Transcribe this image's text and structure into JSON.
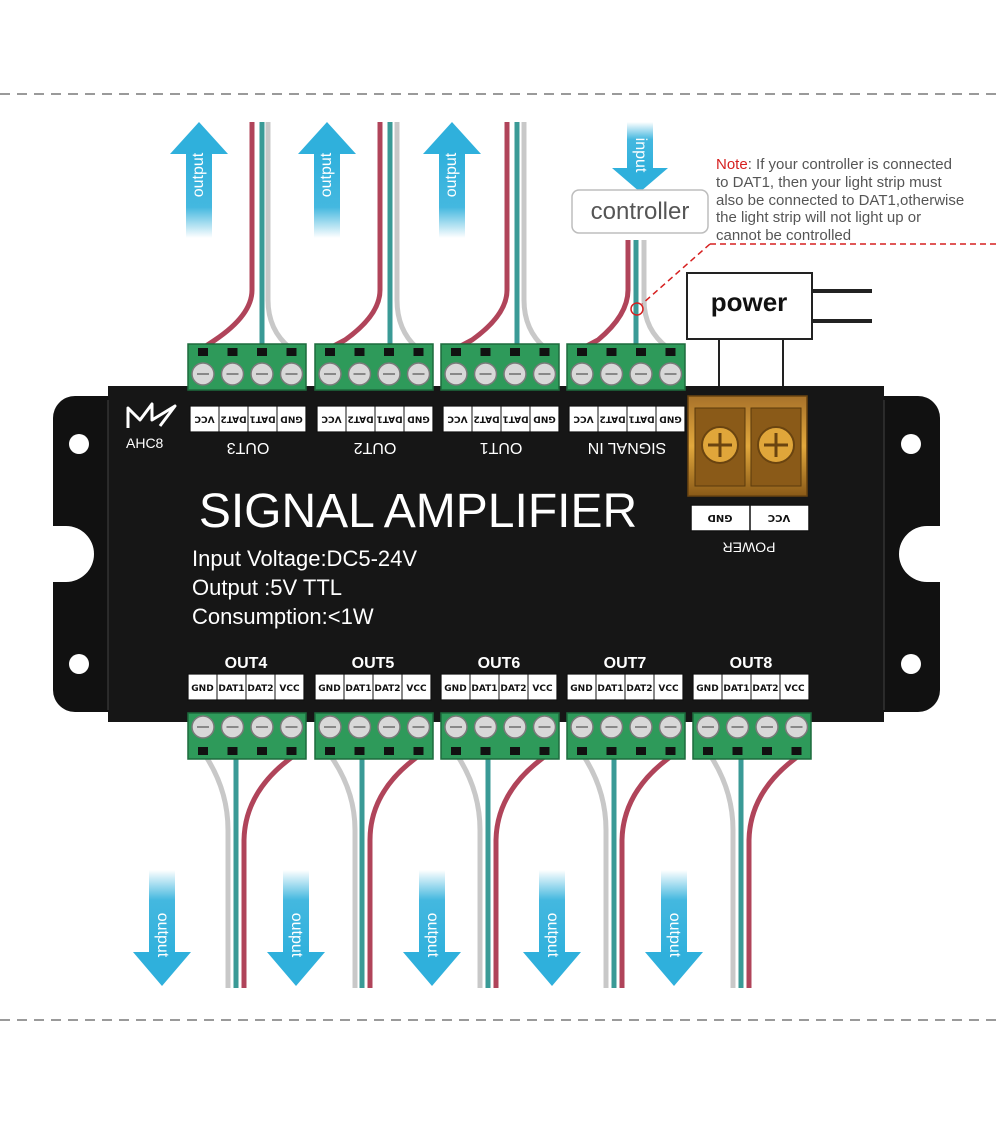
{
  "device": {
    "logo_text": "AHC8",
    "title": "SIGNAL AMPLIFIER",
    "specs": [
      "Input Voltage:DC5-24V",
      "Output :5V  TTL",
      "Consumption:<1W"
    ]
  },
  "top_ports": [
    {
      "label": "OUT3",
      "pins": [
        "VCC",
        "DAT2",
        "DAT1",
        "GND"
      ]
    },
    {
      "label": "OUT2",
      "pins": [
        "VCC",
        "DAT2",
        "DAT1",
        "GND"
      ]
    },
    {
      "label": "OUT1",
      "pins": [
        "VCC",
        "DAT2",
        "DAT1",
        "GND"
      ]
    },
    {
      "label": "SIGNAL IN",
      "pins": [
        "VCC",
        "DAT2",
        "DAT1",
        "GND"
      ]
    }
  ],
  "bottom_ports": [
    {
      "label": "OUT4",
      "pins": [
        "GND",
        "DAT1",
        "DAT2",
        "VCC"
      ]
    },
    {
      "label": "OUT5",
      "pins": [
        "GND",
        "DAT1",
        "DAT2",
        "VCC"
      ]
    },
    {
      "label": "OUT6",
      "pins": [
        "GND",
        "DAT1",
        "DAT2",
        "VCC"
      ]
    },
    {
      "label": "OUT7",
      "pins": [
        "GND",
        "DAT1",
        "DAT2",
        "VCC"
      ]
    },
    {
      "label": "OUT8",
      "pins": [
        "GND",
        "DAT1",
        "DAT2",
        "VCC"
      ]
    }
  ],
  "power_port": {
    "label": "POWER",
    "pins": [
      "GND",
      "VCC"
    ]
  },
  "arrows": {
    "output": "output",
    "input": "input"
  },
  "controller_label": "controller",
  "power_label": "power",
  "note": {
    "prefix": "Note",
    "lines": [
      ": If your controller is connected",
      "to DAT1, then your light strip must",
      "also be connected to DAT1,otherwise",
      "the light strip will not light up or",
      "cannot be controlled"
    ]
  },
  "colors": {
    "body": "#111111",
    "terminal": "#2e9a5a",
    "arrow": "#2fb0dc",
    "wire_red": "#b0445a",
    "wire_teal": "#3a9a96",
    "wire_gray": "#c8c8c8",
    "note_red": "#d62020"
  }
}
